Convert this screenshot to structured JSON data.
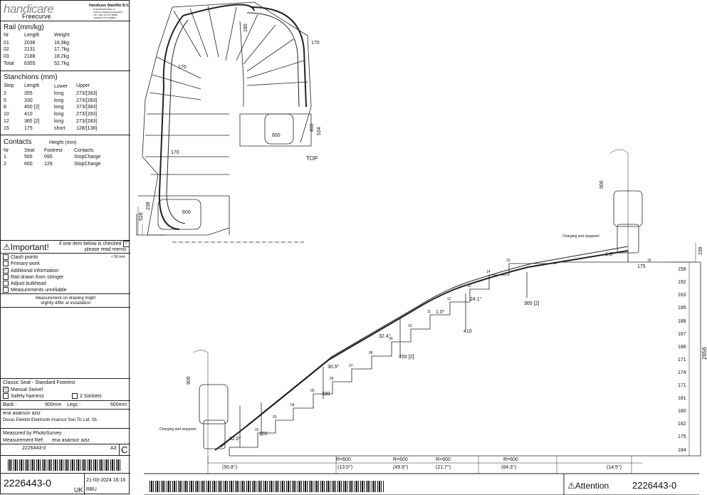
{
  "header": {
    "logo_text": "handicare",
    "product": "Freecurve",
    "company": "Handicare Stairlifts B.V.",
    "address_lines": [
      "NIJVERHEIDSWEG 10",
      "1785 RA HEERHUGOWAARD",
      "TEL: 0031 (0)72 5799800",
      "TELEFAX 072 5799800"
    ]
  },
  "rail": {
    "title": "Rail (mm/kg)",
    "headers": [
      "Nr",
      "Length",
      "Weight"
    ],
    "rows": [
      [
        "01",
        "2036",
        "16,9kg"
      ],
      [
        "02",
        "2131",
        "17,7kg"
      ],
      [
        "03",
        "2188",
        "18,2kg"
      ],
      [
        "Total",
        "6355",
        "52,7kg"
      ]
    ]
  },
  "stanchions": {
    "title": "Stanchions (mm)",
    "headers": [
      "Step",
      "Length",
      "Lower",
      "Upper"
    ],
    "rows": [
      [
        "2",
        "355",
        "long",
        "273/[283]"
      ],
      [
        "5",
        "330",
        "long",
        "273/[283]"
      ],
      [
        "8",
        "450 [2]",
        "long",
        "373/[383]"
      ],
      [
        "10",
        "410",
        "long",
        "273/[283]"
      ],
      [
        "12",
        "365 [2]",
        "long",
        "273/[283]"
      ],
      [
        "15",
        "175",
        "short",
        "128/[138]"
      ]
    ]
  },
  "contacts": {
    "title": "Contacts",
    "height_label": "Height (mm)",
    "headers": [
      "Nr",
      "Seat",
      "Footrest",
      "Contacts"
    ],
    "rows": [
      [
        "1",
        "566",
        "095",
        "StopCharge"
      ],
      [
        "2",
        "600",
        "129",
        "StopCharge"
      ]
    ]
  },
  "important": {
    "title": "Important!",
    "note_line1": "if one item below is checked",
    "note_line2": "please read memo",
    "items": [
      {
        "label": "Clash points",
        "checked": false,
        "mark": "",
        "note": "< 50 mm"
      },
      {
        "label": "Primary work",
        "checked": false,
        "mark": "",
        "note": ""
      },
      {
        "label": "Additional information",
        "checked": true,
        "mark": "✓",
        "note": ""
      },
      {
        "label": "Rail drawn from stringer",
        "checked": false,
        "mark": "",
        "note": ""
      },
      {
        "label": "Adjust bulkhead",
        "checked": false,
        "mark": "",
        "note": ""
      },
      {
        "label": "Measurements unreliable",
        "checked": false,
        "mark": "",
        "note": ""
      }
    ],
    "warning_line1": "Measurement on drawing might",
    "warning_line2": "slightly differ at installation"
  },
  "seat": {
    "type": "Classic Seat - Standard Footrest",
    "manual_swivel": "Manual Swivel",
    "manual_swivel_mark": "✓",
    "safety_harness": "Safety harness",
    "sockets": "2 Sockets",
    "back_label": "Back :",
    "back_value": "900mm",
    "legs_label": "Legs :",
    "legs_value": "600mm"
  },
  "customer": {
    "name": "ena asansor aziz",
    "dealer": "Devas Elektrik Elektronik Asansor San Tic Ltd. Sti."
  },
  "measure": {
    "by_label": "Measured by PhotoSurvey",
    "ref_label": "Measurement Ref:",
    "ref_value": "ena asansor aziz"
  },
  "footer_left": {
    "drawing_no": "2226443-0",
    "sheet": "A3",
    "rev": "C",
    "big_no": "2226443-0",
    "date": "21-03-2024 16:16",
    "drawn_by": "RBU",
    "country": "UK"
  },
  "footer_right": {
    "attention": "Attention",
    "number": "2226443-0"
  },
  "top_view": {
    "label": "TOP",
    "dims": [
      "180",
      "170",
      "170",
      "170",
      "450",
      "534",
      "600",
      "600",
      "238",
      "528"
    ]
  },
  "side_view": {
    "charging_label": "Charging and stoppoint",
    "seat_height": "900",
    "dim_239": "239",
    "total_rise": "2656",
    "rise_values": [
      "158",
      "192",
      "163",
      "185",
      "188",
      "167",
      "186",
      "171",
      "174",
      "171",
      "181",
      "180",
      "182",
      "175",
      "184"
    ],
    "step_numbers": [
      "02",
      "03",
      "04",
      "05",
      "06",
      "07",
      "08",
      "09",
      "10",
      "11",
      "12",
      "13",
      "14",
      "15",
      "16"
    ],
    "stanchion_labels": [
      "355",
      "330",
      "450 [2]",
      "410",
      "365 [2]",
      "175"
    ],
    "angles": [
      "82.0°",
      "30.9°",
      "32.4°",
      "1.0°",
      "24.1°",
      "1.3°"
    ],
    "radius_labels": [
      "R=600",
      "R=600",
      "R=600",
      "R=600"
    ],
    "bottom_dims": [
      "(50.8°)",
      "(13.5°)",
      "(49.9°)",
      "(21.7°)",
      "(84.3°)",
      "(14.5°)"
    ]
  }
}
